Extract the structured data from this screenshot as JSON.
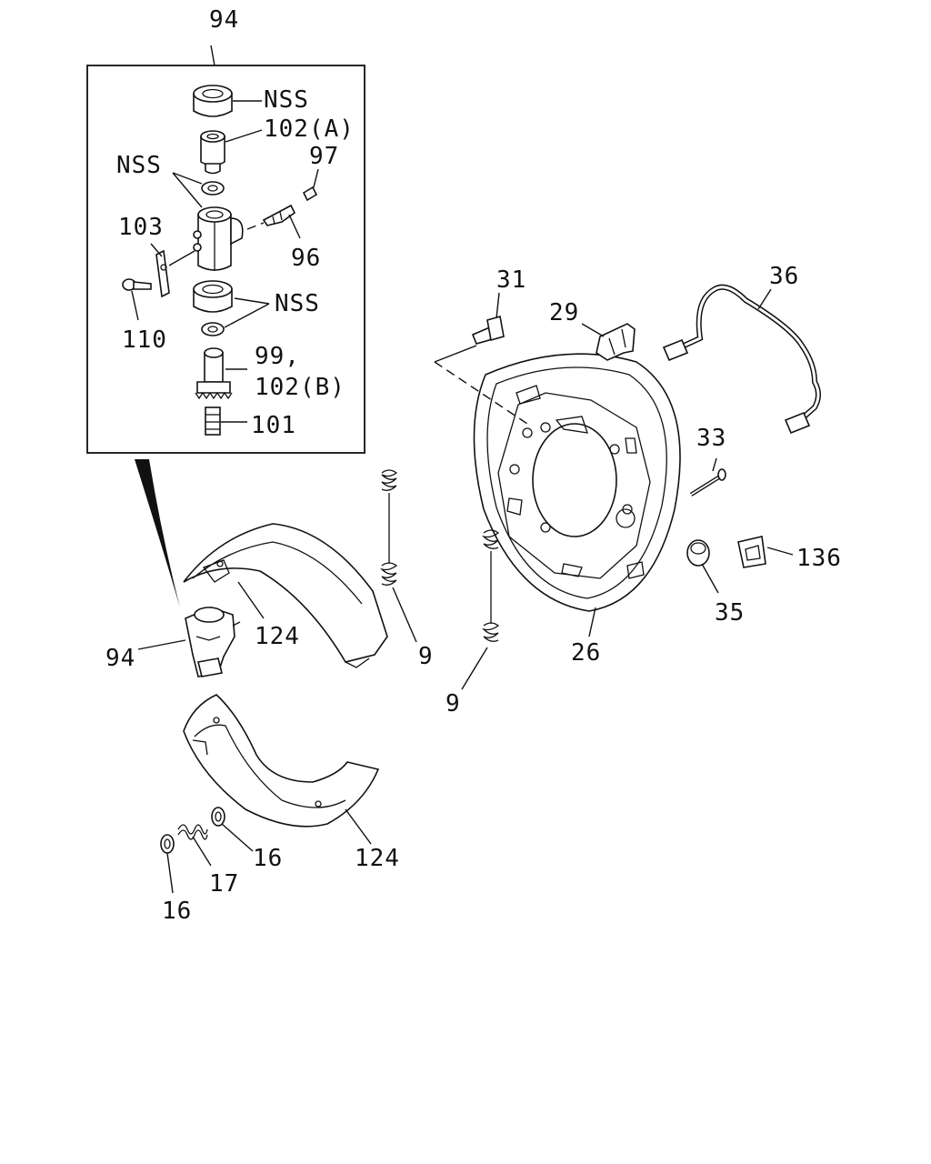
{
  "diagram": {
    "callouts": {
      "c94_top": "94",
      "nss_1": "NSS",
      "c102a": "102(A)",
      "nss_2": "NSS",
      "c97": "97",
      "c103": "103",
      "c96": "96",
      "nss_3": "NSS",
      "c110": "110",
      "c99": "99,",
      "c102b": "102(B)",
      "c101": "101",
      "c31": "31",
      "c29": "29",
      "c36": "36",
      "c33": "33",
      "c136": "136",
      "c35": "35",
      "c26": "26",
      "c9_upper": "9",
      "c9_lower": "9",
      "c124_upper": "124",
      "c94_left": "94",
      "c124_lower": "124",
      "c16_right": "16",
      "c17": "17",
      "c16_left": "16"
    }
  }
}
